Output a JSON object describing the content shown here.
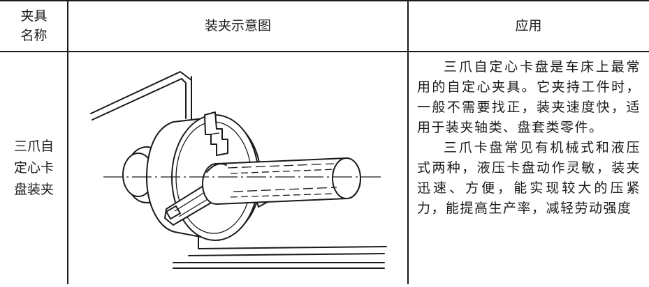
{
  "header": {
    "name_line1": "夹具",
    "name_line2": "名称",
    "diagram": "装夹示意图",
    "application": "应用"
  },
  "row": {
    "name_line1": "三爪自",
    "name_line2": "定心卡",
    "name_line3": "盘装夹",
    "paragraph1": "三爪自定心卡盘是车床上最常用的自定心夹具。它夹持工件时，一般不需要找正，装夹速度快，适用于装夹轴类、盘套类零件。",
    "paragraph2": "三爪卡盘常见有机械式和液压式两种，液压卡盘动作灵敏，装夹迅速、方便，能实现较大的压紧力，能提高生产率，减轻劳动强度"
  }
}
